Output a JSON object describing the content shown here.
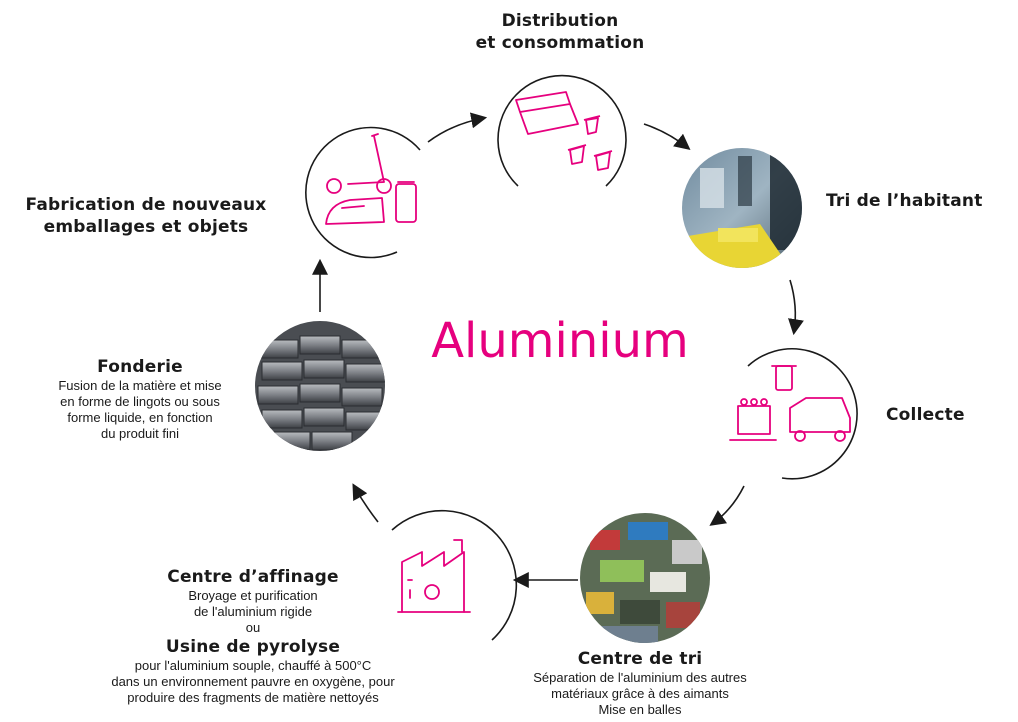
{
  "center_title": "Aluminium",
  "colors": {
    "accent": "#E6007E",
    "stroke": "#1a1a1a",
    "text": "#1a1a1a"
  },
  "stages": {
    "distribution": {
      "title_l1": "Distribution",
      "title_l2": "et consommation",
      "icon": "packaging-icon"
    },
    "tri_habitant": {
      "title": "Tri de l’habitant",
      "image": "recycling-bin-photo"
    },
    "collecte": {
      "title": "Collecte",
      "icon": "collection-truck-icon"
    },
    "centre_tri": {
      "title": "Centre de tri",
      "desc_l1": "Séparation de l'aluminium des autres",
      "desc_l2": "matériaux grâce à des aimants",
      "desc_l3": "Mise en balles",
      "image": "crushed-aluminium-bale-photo"
    },
    "affinage": {
      "title": "Centre d’affinage",
      "desc_l1": "Broyage et purification",
      "desc_l2": "de l'aluminium rigide",
      "or": "ou",
      "title2": "Usine de pyrolyse",
      "desc2_l1": "pour l'aluminium souple, chauffé à 500°C",
      "desc2_l2": "dans un environnement pauvre en oxygène, pour",
      "desc2_l3": "produire des fragments de matière nettoyés",
      "icon": "factory-icon"
    },
    "fonderie": {
      "title": "Fonderie",
      "desc_l1": "Fusion de la matière et mise",
      "desc_l2": "en forme de lingots ou sous",
      "desc_l3": "forme liquide, en fonction",
      "desc_l4": "du produit fini",
      "image": "aluminium-ingots-photo"
    },
    "fabrication": {
      "title_l1": "Fabrication de nouveaux",
      "title_l2": "emballages et objets",
      "icon": "scooter-iron-can-icon"
    }
  }
}
